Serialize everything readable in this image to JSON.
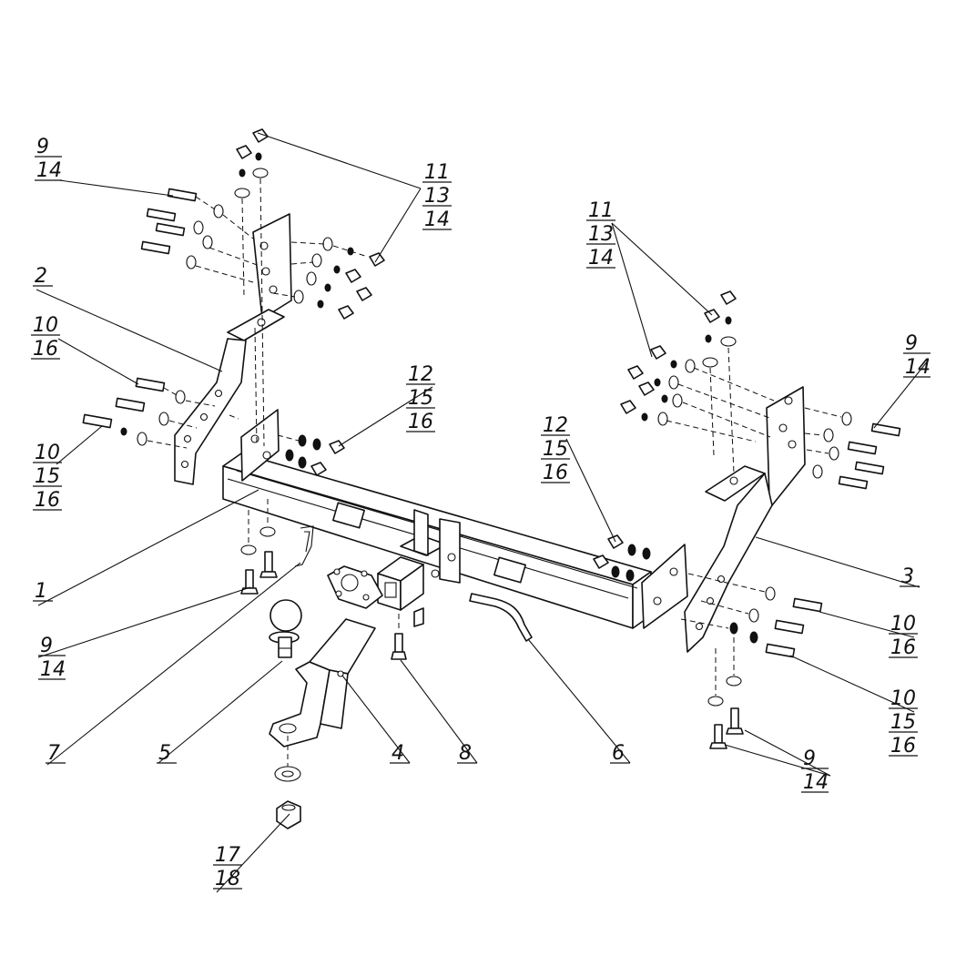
{
  "callouts": [
    {
      "id": "c1",
      "lines": [
        "9",
        "14"
      ]
    },
    {
      "id": "c2",
      "lines": [
        "11",
        "13",
        "14"
      ]
    },
    {
      "id": "c3",
      "lines": [
        "2"
      ]
    },
    {
      "id": "c4",
      "lines": [
        "10",
        "16"
      ]
    },
    {
      "id": "c5",
      "lines": [
        "10",
        "15",
        "16"
      ]
    },
    {
      "id": "c6",
      "lines": [
        "12",
        "15",
        "16"
      ]
    },
    {
      "id": "c7",
      "lines": [
        "1"
      ]
    },
    {
      "id": "c8",
      "lines": [
        "9",
        "14"
      ]
    },
    {
      "id": "c9",
      "lines": [
        "7"
      ]
    },
    {
      "id": "c10",
      "lines": [
        "5"
      ]
    },
    {
      "id": "c11",
      "lines": [
        "4"
      ]
    },
    {
      "id": "c12",
      "lines": [
        "8"
      ]
    },
    {
      "id": "c13",
      "lines": [
        "6"
      ]
    },
    {
      "id": "c14",
      "lines": [
        "17",
        "18"
      ]
    },
    {
      "id": "c15",
      "lines": [
        "11",
        "13",
        "14"
      ]
    },
    {
      "id": "c16",
      "lines": [
        "12",
        "15",
        "16"
      ]
    },
    {
      "id": "c17",
      "lines": [
        "9",
        "14"
      ]
    },
    {
      "id": "c18",
      "lines": [
        "3"
      ]
    },
    {
      "id": "c19",
      "lines": [
        "10",
        "16"
      ]
    },
    {
      "id": "c20",
      "lines": [
        "10",
        "15",
        "16"
      ]
    },
    {
      "id": "c21",
      "lines": [
        "9",
        "14"
      ]
    }
  ]
}
